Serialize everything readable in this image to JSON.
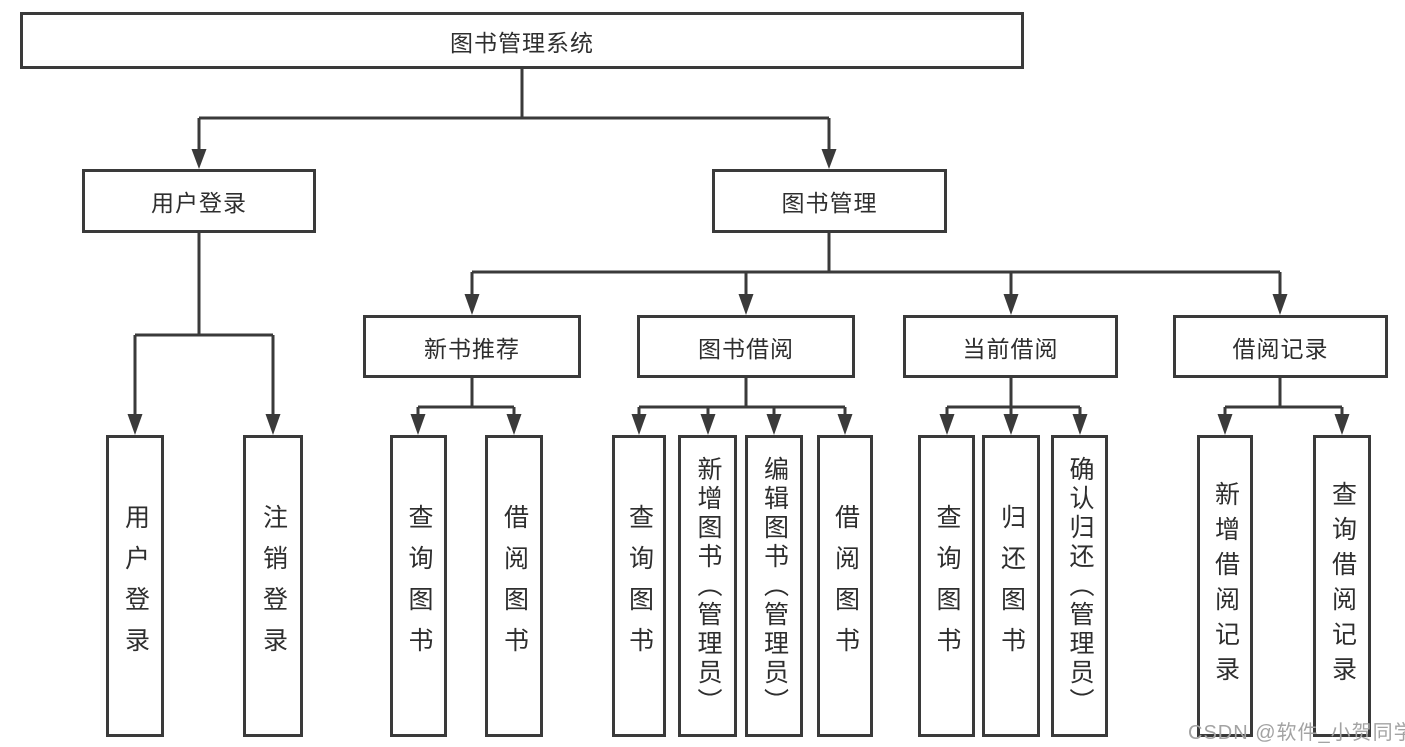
{
  "diagram_type": "tree",
  "colors": {
    "line": "#3a3a3a",
    "box_border": "#3a3a3a",
    "text": "#2e2e2e",
    "watermark": "#a3a3a3",
    "background": "#ffffff"
  },
  "tree": {
    "root": {
      "label": "图书管理系统",
      "children": [
        {
          "label": "用户登录",
          "children": [
            {
              "label": "用户登录"
            },
            {
              "label": "注销登录"
            }
          ]
        },
        {
          "label": "图书管理",
          "children": [
            {
              "label": "新书推荐",
              "children": [
                {
                  "label": "查询图书"
                },
                {
                  "label": "借阅图书"
                }
              ]
            },
            {
              "label": "图书借阅",
              "children": [
                {
                  "label": "查询图书"
                },
                {
                  "label": "新增图书（管理员）"
                },
                {
                  "label": "编辑图书（管理员）"
                },
                {
                  "label": "借阅图书"
                }
              ]
            },
            {
              "label": "当前借阅",
              "children": [
                {
                  "label": "查询图书"
                },
                {
                  "label": "归还图书"
                },
                {
                  "label": "确认归还（管理员）"
                }
              ]
            },
            {
              "label": "借阅记录",
              "children": [
                {
                  "label": "新增借阅记录"
                },
                {
                  "label": "查询借阅记录"
                }
              ]
            }
          ]
        }
      ]
    }
  },
  "watermark": {
    "text": "CSDN @软件_小贺同学"
  }
}
